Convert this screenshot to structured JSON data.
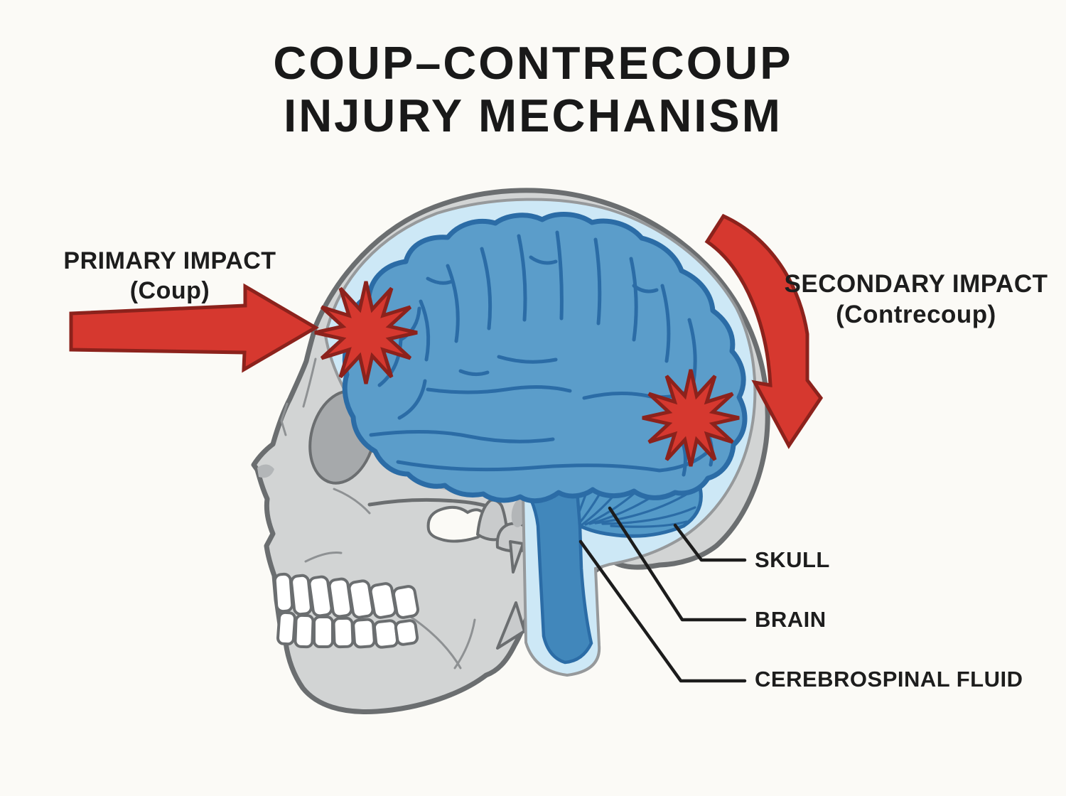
{
  "title": {
    "line1": "COUP–CONTRECOUP",
    "line2": "INJURY MECHANISM"
  },
  "annotations": {
    "primary_impact": {
      "line1": "PRIMARY IMPACT",
      "line2": "(Coup)"
    },
    "secondary_impact": {
      "line1": "SECONDARY IMPACT",
      "line2": "(Contrecoup)"
    },
    "anatomy_labels": [
      {
        "id": "skull",
        "label": "SKULL"
      },
      {
        "id": "brain",
        "label": "BRAIN"
      },
      {
        "id": "cerebrospinal_fluid",
        "label": "CEREBROSPINAL FLUID"
      }
    ]
  },
  "colors": {
    "background": "#fbfaf6",
    "text": "#1d1d1d",
    "skull_fill": "#d2d4d4",
    "skull_outline": "#6b6e70",
    "brain_fill": "#5b9dca",
    "brain_outline": "#2b6ca6",
    "csf_fill": "#cde8f6",
    "brainstem_fill": "#4187bb",
    "impact_red": "#d6382f",
    "impact_red_outline": "#8c221c",
    "leader_line": "#1c1c1c"
  }
}
